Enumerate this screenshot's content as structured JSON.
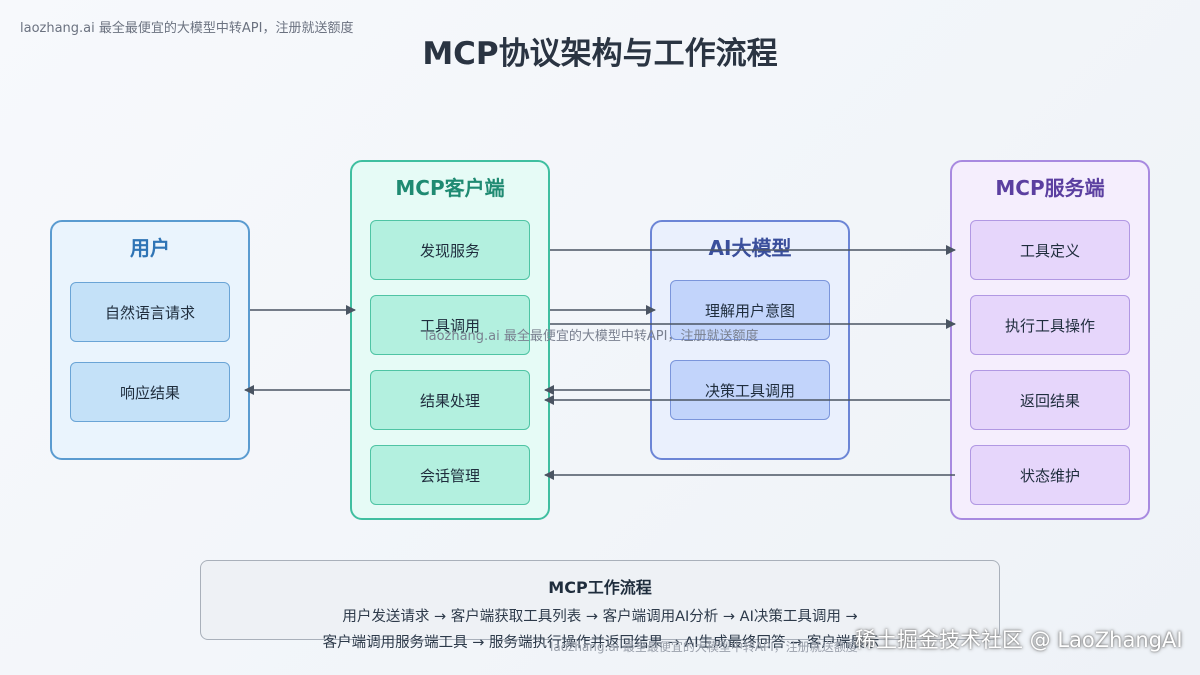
{
  "watermark": "laozhang.ai 最全最便宜的大模型中转API，注册就送额度",
  "title": "MCP协议架构与工作流程",
  "user": {
    "title": "用户",
    "items": [
      "自然语言请求",
      "响应结果"
    ]
  },
  "client": {
    "title": "MCP客户端",
    "items": [
      "发现服务",
      "工具调用",
      "结果处理",
      "会话管理"
    ]
  },
  "ai": {
    "title": "AI大模型",
    "items": [
      "理解用户意图",
      "决策工具调用"
    ]
  },
  "server": {
    "title": "MCP服务端",
    "items": [
      "工具定义",
      "执行工具操作",
      "返回结果",
      "状态维护"
    ]
  },
  "flow": {
    "title": "MCP工作流程",
    "line1": "用户发送请求 → 客户端获取工具列表 → 客户端调用AI分析 → AI决策工具调用 →",
    "line2": "客户端调用服务端工具 → 服务端执行操作并返回结果 → AI生成最终回答 → 客户端展示"
  },
  "juejin_watermark": "稀土掘金技术社区 @ LaoZhangAI",
  "colors": {
    "arrow": "#4a5462",
    "user": "#5a9bd0",
    "client": "#3fbfa0",
    "ai": "#6c85d6",
    "server": "#a88ae0"
  }
}
